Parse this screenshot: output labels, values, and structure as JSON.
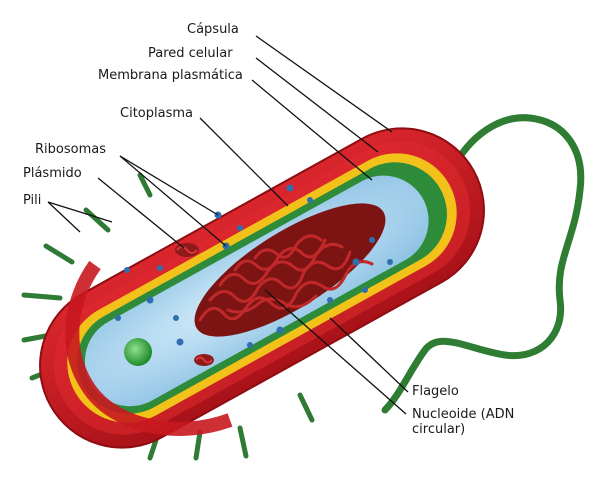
{
  "labels": {
    "capsula": "Cápsula",
    "pared": "Pared celular",
    "membrana": "Membrana plasmática",
    "citoplasma": "Citoplasma",
    "ribosomas": "Ribosomas",
    "plasmido": "Plásmido",
    "pili": "Pili",
    "flagelo": "Flagelo",
    "nucleoide": "Nucleoide (ADN circular)"
  },
  "colors": {
    "capsule": "#c8181f",
    "capsule_dark": "#8e0d12",
    "cell_wall": "#f2c21a",
    "membrane": "#2e8b3a",
    "cytoplasm": "#a9d3ec",
    "nucleoid": "#8f1a1a",
    "pili": "#2f7a34",
    "flagellum": "#2e7d32",
    "ribosome": "#2f6fb0",
    "leader_line": "#111111"
  }
}
